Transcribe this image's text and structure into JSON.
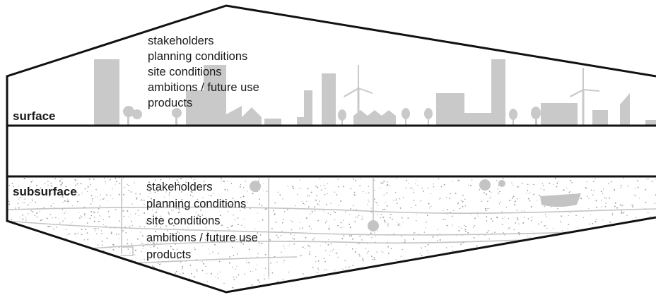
{
  "surface": {
    "label": "surface",
    "items": [
      "stakeholders",
      "planning conditions",
      "site conditions",
      "ambitions / future use",
      "products"
    ]
  },
  "subsurface": {
    "label": "subsurface",
    "items": [
      "stakeholders",
      "planning conditions",
      "site conditions",
      "ambitions / future use",
      "products"
    ]
  },
  "colors": {
    "outline": "#111111",
    "silhouette": "#c9c9c9",
    "soil_dots": "#9a9a9a",
    "soil_lines": "#c4c4c4",
    "background": "#ffffff"
  }
}
